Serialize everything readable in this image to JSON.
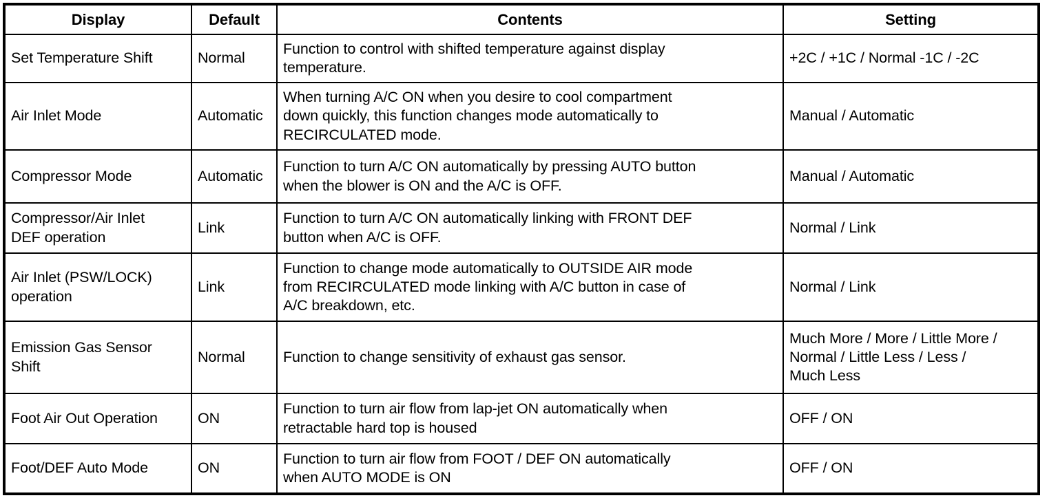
{
  "document": {
    "kind": "specification-table",
    "border_color": "#000000",
    "text_color": "#000000",
    "background_color": "#ffffff"
  },
  "table": {
    "headers": {
      "display": "Display",
      "default": "Default",
      "contents": "Contents",
      "setting": "Setting"
    },
    "rows": [
      {
        "display": "Set Temperature Shift",
        "default": "Normal",
        "contents": [
          "Function to control with shifted temperature against display",
          "temperature."
        ],
        "setting": [
          "+2C / +1C / Normal -1C / -2C"
        ]
      },
      {
        "display": "Air Inlet Mode",
        "default": "Automatic",
        "contents": [
          "When turning A/C ON when you desire to cool compartment",
          "down quickly, this function changes mode automatically to",
          "RECIRCULATED mode."
        ],
        "setting": [
          "Manual / Automatic"
        ]
      },
      {
        "display": "Compressor Mode",
        "default": "Automatic",
        "contents": [
          "Function to turn A/C ON automatically by pressing AUTO button",
          "when the blower is ON and the A/C is OFF."
        ],
        "setting": [
          "Manual / Automatic"
        ]
      },
      {
        "display": "Compressor/Air Inlet DEF operation",
        "display_lines": [
          "Compressor/Air Inlet",
          "DEF operation"
        ],
        "default": "Link",
        "contents": [
          "Function to turn A/C ON automatically linking with FRONT DEF",
          "button when A/C is OFF."
        ],
        "setting": [
          "Normal / Link"
        ]
      },
      {
        "display": "Air Inlet (PSW/LOCK) operation",
        "display_lines": [
          "Air Inlet (PSW/LOCK)",
          "operation"
        ],
        "default": "Link",
        "contents": [
          "Function to change mode automatically to OUTSIDE AIR mode",
          "from RECIRCULATED mode linking with A/C button in case of",
          "A/C breakdown, etc."
        ],
        "setting": [
          "Normal / Link"
        ]
      },
      {
        "display": "Emission Gas Sensor Shift",
        "display_lines": [
          "Emission Gas Sensor",
          "Shift"
        ],
        "default": "Normal",
        "contents": [
          "Function to change sensitivity of exhaust gas sensor."
        ],
        "setting": [
          "Much More / More / Little More /",
          "Normal / Little Less / Less /",
          "Much Less"
        ]
      },
      {
        "display": "Foot Air Out Operation",
        "default": "ON",
        "contents": [
          "Function to turn air flow from lap-jet ON automatically when",
          "retractable hard top is housed"
        ],
        "setting": [
          "OFF / ON"
        ]
      },
      {
        "display": "Foot/DEF Auto Mode",
        "default": "ON",
        "contents": [
          "Function to turn air flow from FOOT / DEF ON automatically",
          "when AUTO MODE is ON"
        ],
        "setting": [
          "OFF / ON"
        ]
      }
    ]
  }
}
